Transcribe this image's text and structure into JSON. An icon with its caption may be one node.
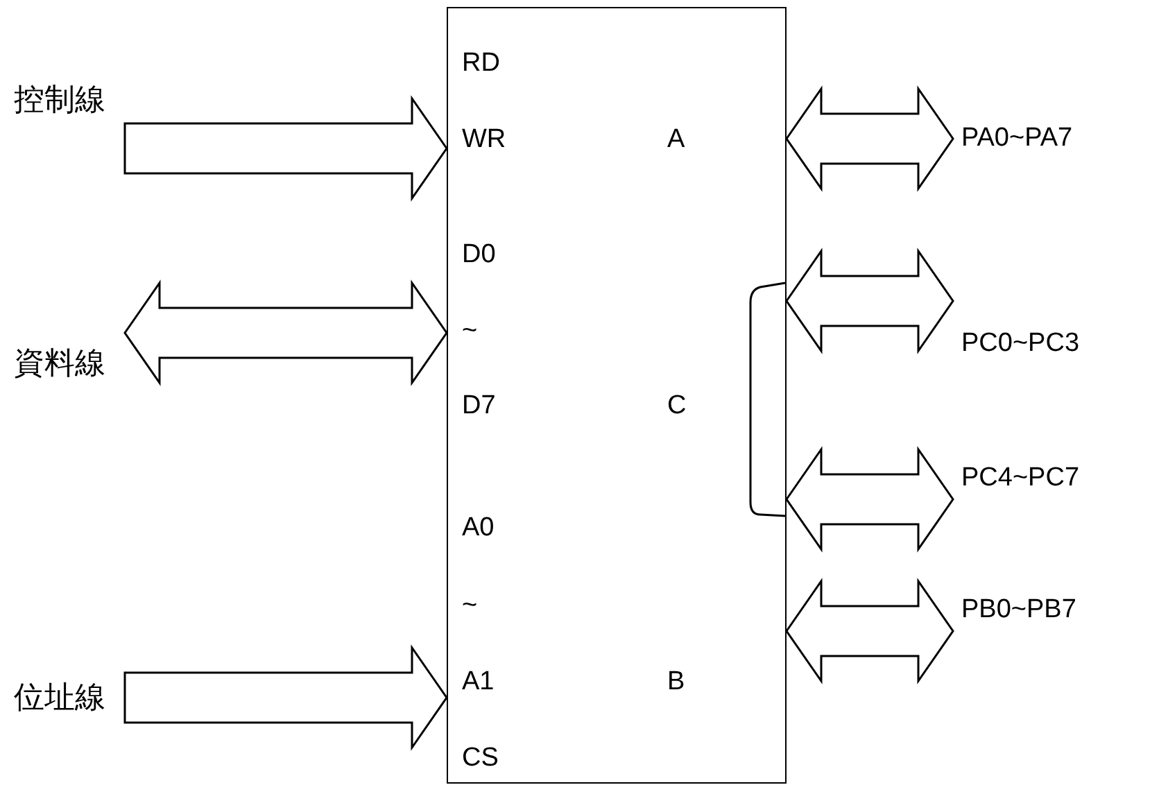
{
  "diagram": {
    "nodes": [
      {
        "text": [
          "RD",
          "WR",
          "A",
          "D0",
          "~",
          "D7",
          "C",
          "A0",
          "~",
          "A1",
          "B",
          "CS"
        ]
      },
      {
        "text": [
          "控制線"
        ]
      },
      {
        "text": [
          "資料線"
        ]
      },
      {
        "text": [
          "位址線"
        ]
      },
      {
        "text": [
          "PA0~PA7"
        ]
      },
      {
        "text": [
          "PC0~PC3"
        ]
      },
      {
        "text": [
          "PC4~PC7"
        ]
      },
      {
        "text": [
          "PB0~PB7"
        ]
      }
    ],
    "edges": [
      {
        "from": 1,
        "to": 0,
        "arrow": "to"
      },
      {
        "from": 2,
        "to": 0,
        "arrow": "both"
      },
      {
        "from": 3,
        "to": 0,
        "arrow": "to"
      },
      {
        "from": 0,
        "to": 4,
        "arrow": "both"
      },
      {
        "from": 0,
        "to": 5,
        "arrow": "both"
      },
      {
        "from": 0,
        "to": 6,
        "arrow": "both"
      },
      {
        "from": 0,
        "to": 7,
        "arrow": "both"
      }
    ]
  }
}
